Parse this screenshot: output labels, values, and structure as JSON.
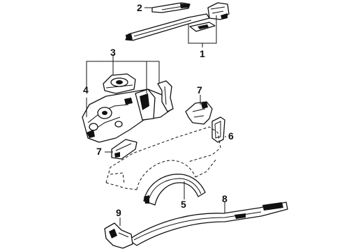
{
  "diagram": {
    "callouts": {
      "c1": "1",
      "c2": "2",
      "c3": "3",
      "c4": "4",
      "c5": "5",
      "c6": "6",
      "c7a": "7",
      "c7b": "7",
      "c8": "8",
      "c9": "9"
    }
  }
}
